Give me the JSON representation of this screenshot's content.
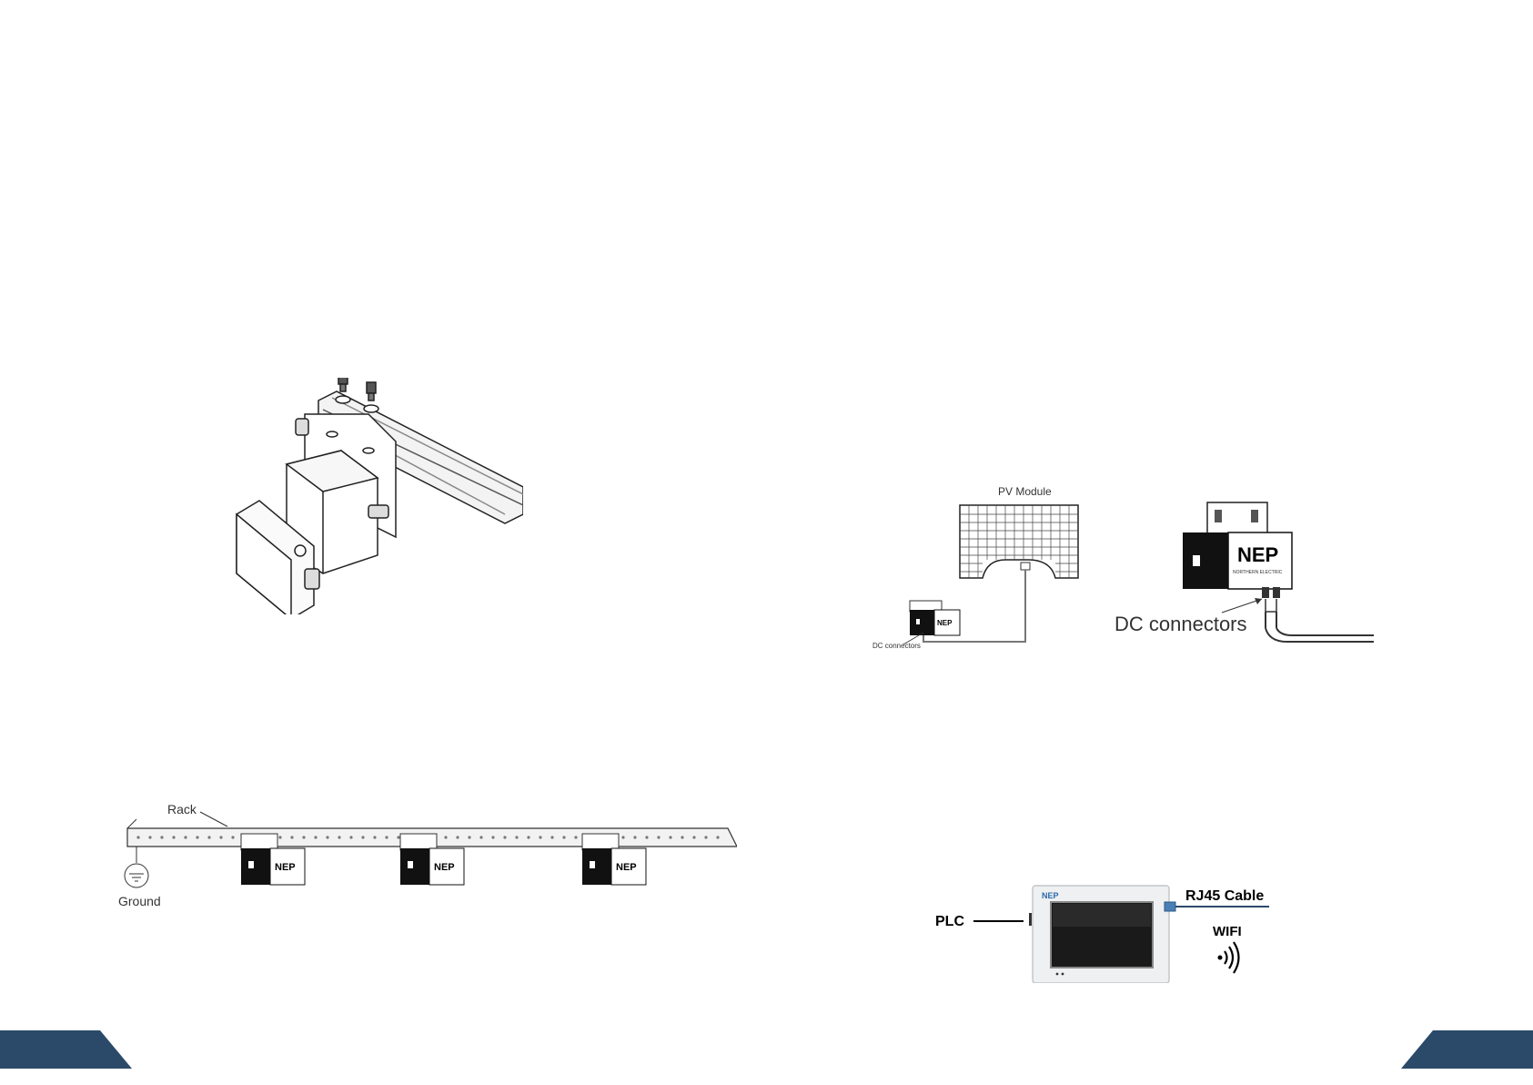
{
  "left_page": {
    "junction_box_figure": {},
    "rack_figure": {
      "rack_label": "Rack",
      "ground_label": "Ground",
      "unit_logo": "NEP"
    }
  },
  "right_page": {
    "pv_figure": {
      "pv_module_label": "PV Module",
      "small_dc_label": "DC connectors",
      "big_dc_label": "DC connectors",
      "unit_logo": "NEP",
      "unit_sub_logo": "NORTHERN ELECTRIC"
    },
    "gateway_figure": {
      "device_logo": "NEP",
      "plc_label": "PLC",
      "rj45_label": "RJ45 Cable",
      "wifi_label": "WIFI"
    }
  },
  "colors": {
    "footer_tab": "#2b4a6a",
    "rj45_cable": "#4a7fb5"
  }
}
